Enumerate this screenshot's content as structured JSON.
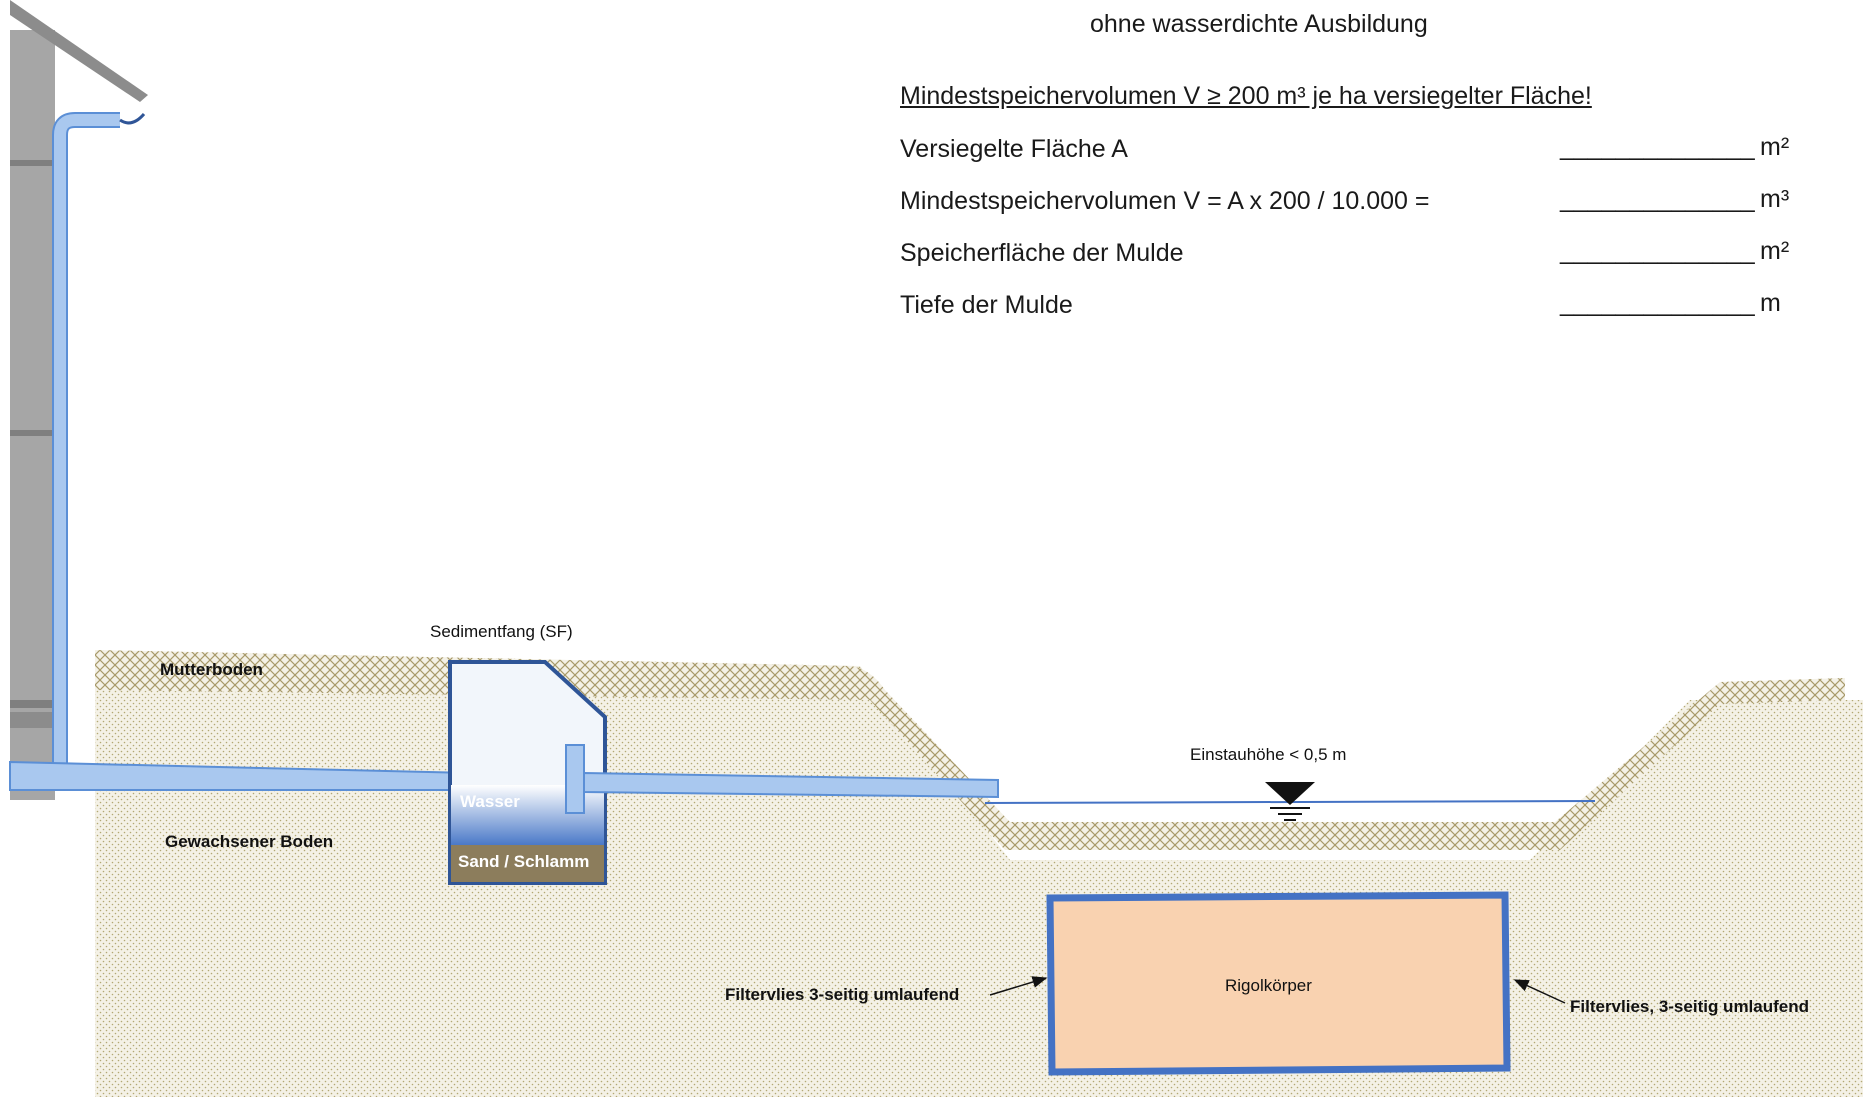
{
  "header": {
    "title_partial": "…) …………………… ……",
    "subtitle": "ohne wasserdichte Ausbildung",
    "requirement": "Mindestspeichervolumen V ≥ 200 m³ je ha versiegelter Fläche!"
  },
  "form_rows": [
    {
      "label": "Versiegelte Fläche A",
      "blank": "______________",
      "unit": "m²"
    },
    {
      "label": "Mindestspeichervolumen V = A x 200 / 10.000 =",
      "blank": "______________",
      "unit": "m³"
    },
    {
      "label": "Speicherfläche der Mulde",
      "blank": "______________",
      "unit": "m²"
    },
    {
      "label": "Tiefe der Mulde",
      "blank": "______________",
      "unit": "m"
    }
  ],
  "diagram": {
    "sediment_trap": "Sedimentfang (SF)",
    "topsoil": "Mutterboden",
    "subsoil": "Gewachsener Boden",
    "water": "Wasser",
    "sand": "Sand / Schlamm",
    "water_level": "Einstauhöhe < 0,5 m",
    "trench": "Rigolkörper",
    "fleece_left": "Filtervlies 3-seitig umlaufend",
    "fleece_right": "Filtervlies, 3-seitig umlaufend"
  },
  "colors": {
    "pipe": "#a9c8ef",
    "pipe_stroke": "#5b8fd6",
    "trap_stroke": "#2f5597",
    "trench_fill": "#f9d2b0",
    "trench_stroke": "#4472c4",
    "hatch": "#a89a6a",
    "soil_dots": "#b3a874",
    "house_gray": "#a6a6a6"
  }
}
